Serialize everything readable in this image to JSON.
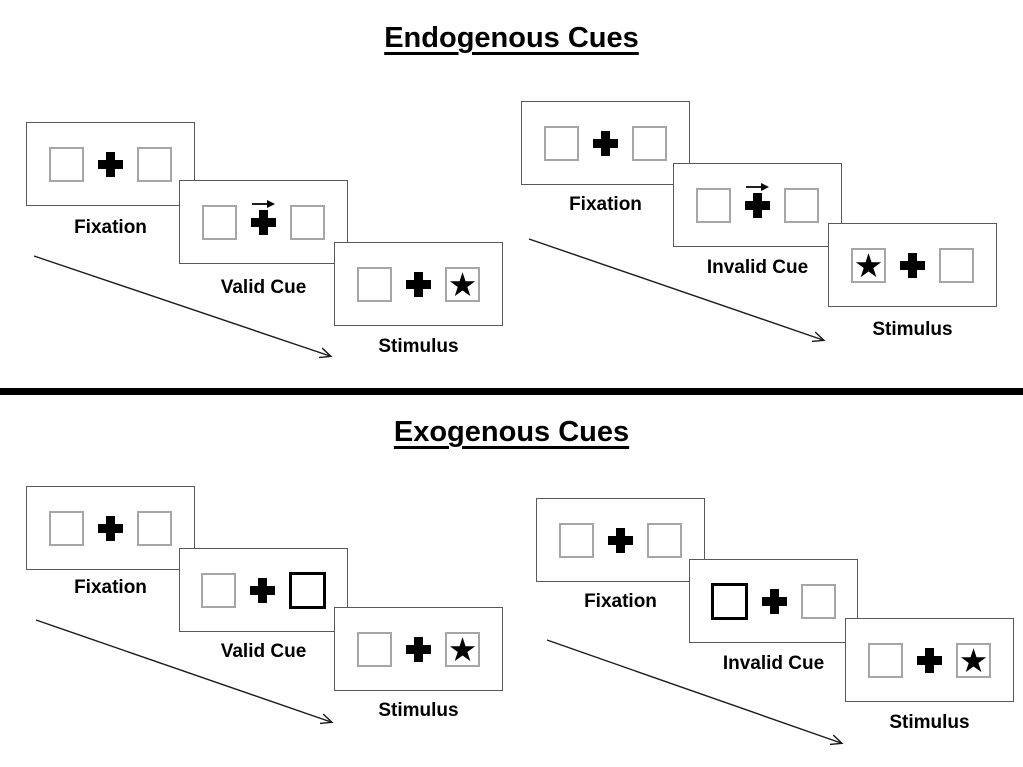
{
  "sections": [
    {
      "title": "Endogenous Cues",
      "trials": [
        {
          "name": "valid-trial",
          "panels": [
            {
              "label": "Fixation",
              "type": "fixation"
            },
            {
              "label": "Valid Cue",
              "type": "arrow-cue",
              "cue_direction": "right"
            },
            {
              "label": "Stimulus",
              "type": "stimulus",
              "star_side": "right"
            }
          ]
        },
        {
          "name": "invalid-trial",
          "panels": [
            {
              "label": "Fixation",
              "type": "fixation"
            },
            {
              "label": "Invalid Cue",
              "type": "arrow-cue",
              "cue_direction": "right"
            },
            {
              "label": "Stimulus",
              "type": "stimulus",
              "star_side": "left"
            }
          ]
        }
      ]
    },
    {
      "title": "Exogenous Cues",
      "trials": [
        {
          "name": "valid-trial",
          "panels": [
            {
              "label": "Fixation",
              "type": "fixation"
            },
            {
              "label": "Valid Cue",
              "type": "box-cue",
              "highlighted_box": "right"
            },
            {
              "label": "Stimulus",
              "type": "stimulus",
              "star_side": "right"
            }
          ]
        },
        {
          "name": "invalid-trial",
          "panels": [
            {
              "label": "Fixation",
              "type": "fixation"
            },
            {
              "label": "Invalid Cue",
              "type": "box-cue",
              "highlighted_box": "left"
            },
            {
              "label": "Stimulus",
              "type": "stimulus",
              "star_side": "right"
            }
          ]
        }
      ]
    }
  ],
  "glyphs": {
    "star": "★",
    "fixation_cross": "plus-cross",
    "cue_arrow": "right-arrow"
  },
  "colors": {
    "panel_border": "#595959",
    "box_border": "#a6a6a6",
    "highlight_border": "#000000",
    "ink": "#000000",
    "background": "#ffffff"
  }
}
